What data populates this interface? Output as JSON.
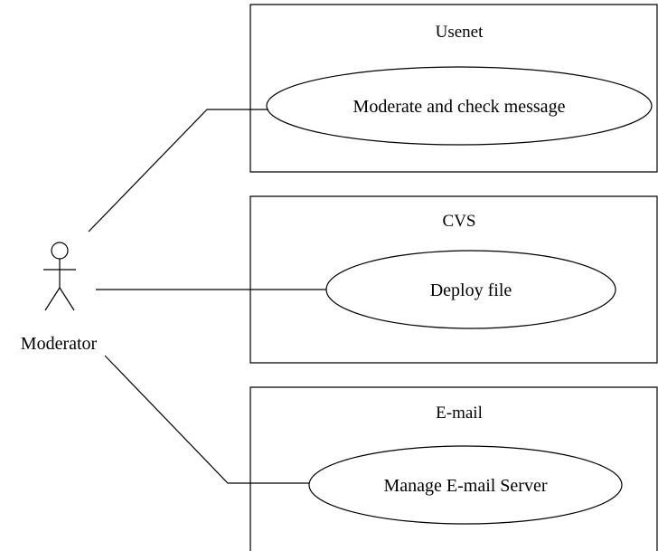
{
  "actor": {
    "name": "Moderator"
  },
  "systems": [
    {
      "title": "Usenet",
      "use_case": "Moderate and check message"
    },
    {
      "title": "CVS",
      "use_case": "Deploy file"
    },
    {
      "title": "E-mail",
      "use_case": "Manage E-mail Server"
    }
  ]
}
